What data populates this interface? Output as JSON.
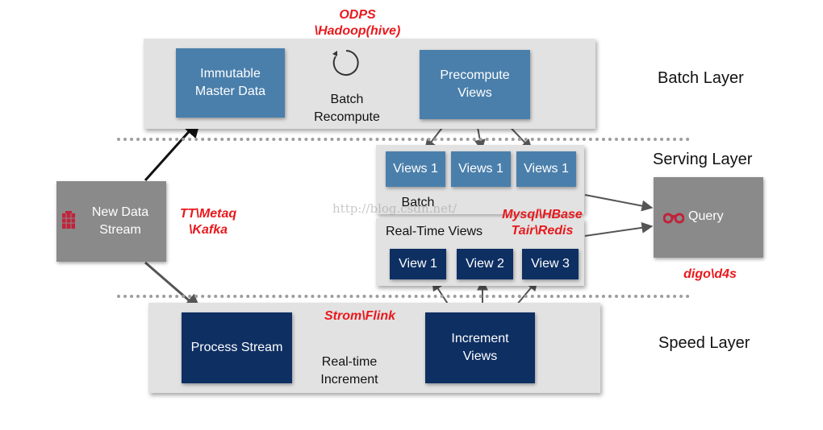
{
  "layers": {
    "batch": "Batch Layer",
    "serving": "Serving Layer",
    "speed": "Speed Layer"
  },
  "boxes": {
    "immutable": "Immutable\nMaster Data",
    "precompute": "Precompute\nViews",
    "views1": "Views 1",
    "view1": "View 1",
    "view2": "View 2",
    "view3": "View 3",
    "new_data_stream": "New Data\nStream",
    "query": "Query",
    "process_stream": "Process Stream",
    "increment_views": "Increment\nViews"
  },
  "labels": {
    "batch_recompute": "Batch\nRecompute",
    "batch": "Batch",
    "realtime_views": "Real-Time Views",
    "realtime_increment": "Real-time\nIncrement"
  },
  "annotations": {
    "odps": "ODPS\n\\Hadoop(hive)",
    "tt": "TT\\Metaq\n\\Kafka",
    "mysql": "Mysql\\HBase\nTair\\Redis",
    "digo": "digo\\d4s",
    "storm": "Strom\\Flink"
  },
  "watermark": "http://blog.csdn.net/",
  "colors": {
    "mid_blue": "#4a7fab",
    "dark_blue": "#0e2f62",
    "gray_box": "#8a8a8a",
    "panel": "#e2e2e2",
    "annotation_red": "#e8191d"
  }
}
